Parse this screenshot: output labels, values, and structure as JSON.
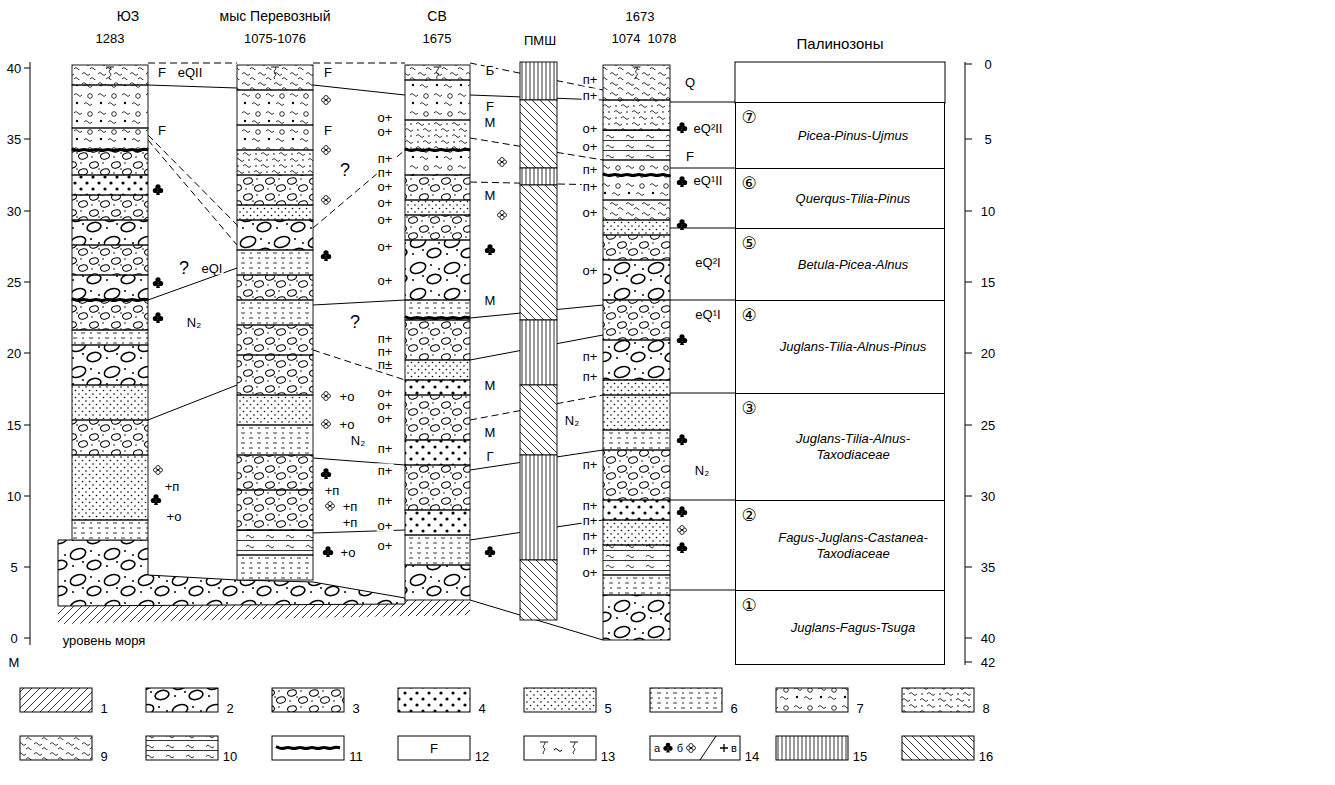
{
  "diagram": {
    "nodes": [
      {
        "text": [
          "Палинозоны"
        ]
      },
      {
        "text": [
          "⑦",
          "Picea-Pinus-Ujmus"
        ]
      },
      {
        "text": [
          "⑥",
          "Querqus-Tilia-Pinus"
        ]
      },
      {
        "text": [
          "⑤",
          "Betula-Picea-Alnus"
        ]
      },
      {
        "text": [
          "④",
          "Juglans-Tilia-Alnus-Pinus"
        ]
      },
      {
        "text": [
          "③",
          "Juglans-Tilia-Alnus-Taxodiaceae"
        ]
      },
      {
        "text": [
          "②",
          "Fagus-Juglans-Castanea-Taxodiaceae"
        ]
      },
      {
        "text": [
          "①",
          "Juglans-Fagus-Tsuga"
        ]
      }
    ],
    "labels": [
      "ЮЗ",
      "1283",
      "мыс Перевозный",
      "1075-1076",
      "СВ",
      "1675",
      "ПМШ",
      "1673",
      "1074",
      "1078",
      "40",
      "35",
      "30",
      "25",
      "20",
      "15",
      "10",
      "5",
      "0",
      "М",
      "уровень моря",
      "0",
      "5",
      "10",
      "15",
      "20",
      "25",
      "30",
      "35",
      "40",
      "42",
      "F",
      "eQII",
      "F",
      "eQI",
      "?",
      "N₂",
      "+п",
      "+о",
      "F",
      "F",
      "?",
      "?",
      "N₂",
      "+о",
      "+о",
      "+п",
      "+п",
      "+п",
      "+о",
      "о+",
      "о+",
      "п+",
      "п+",
      "о+",
      "о+",
      "о+",
      "о+",
      "о+",
      "п+",
      "п+",
      "п±",
      "о+",
      "о+",
      "о+",
      "п+",
      "п+",
      "п+",
      "о+",
      "о+",
      "Б",
      "F",
      "М",
      "М",
      "М",
      "М",
      "М",
      "Г",
      "п+",
      "п+",
      "о+",
      "о+",
      "п+",
      "п+",
      "о+",
      "о+",
      "п+",
      "п+",
      "п+",
      "п+",
      "п+",
      "п+",
      "п+",
      "о+",
      "Q",
      "eQ²II",
      "F",
      "eQ¹II",
      "eQ²I",
      "eQ¹I",
      "N₂",
      "N₂",
      "F",
      "а",
      "б",
      "в"
    ],
    "legend": [
      {
        "text": "1"
      },
      {
        "text": "2"
      },
      {
        "text": "3"
      },
      {
        "text": "4"
      },
      {
        "text": "5"
      },
      {
        "text": "6"
      },
      {
        "text": "7"
      },
      {
        "text": "8"
      },
      {
        "text": "9"
      },
      {
        "text": "10"
      },
      {
        "text": "11"
      },
      {
        "text": "12"
      },
      {
        "text": "13"
      },
      {
        "text": "14"
      },
      {
        "text": "15"
      },
      {
        "text": "16"
      }
    ]
  }
}
